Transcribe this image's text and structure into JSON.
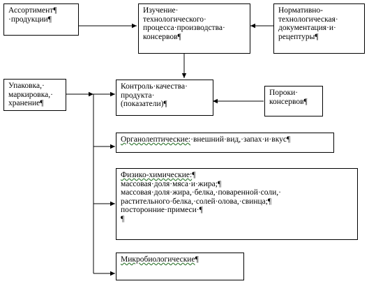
{
  "boxes": {
    "assortment": [
      "Ассортимент¶",
      "·продукции¶"
    ],
    "study": [
      "Изучение·",
      "технологического·",
      "процесса·производства·",
      "консервов¶"
    ],
    "normative": [
      "Нормативно-",
      "технологическая·",
      "документация·и·",
      "рецептуры¶"
    ],
    "packaging": [
      "Упаковка,·",
      "маркировка,·",
      "хранение¶"
    ],
    "control": [
      "Контроль·качества·",
      "продукта·",
      "(показатели)¶"
    ],
    "defects": [
      "Пороки·",
      "консервов¶"
    ],
    "organoleptic": {
      "head": "Органолептические:",
      "rest": "·внешний·вид,·запах·и·вкус¶"
    },
    "physchem": {
      "head": "Физико-химические:",
      "head_mark": "¶",
      "lines": [
        "массовая·доля·мяса·и·жира;¶",
        "массовая·доля·жира,·белка,·поваренной·соли,·",
        "растительного·белка,·солей·олова,·свинца;¶",
        "посторонние·примеси·¶",
        "¶"
      ]
    },
    "micro": {
      "head": "Микробиологические",
      "head_mark": "¶"
    }
  }
}
